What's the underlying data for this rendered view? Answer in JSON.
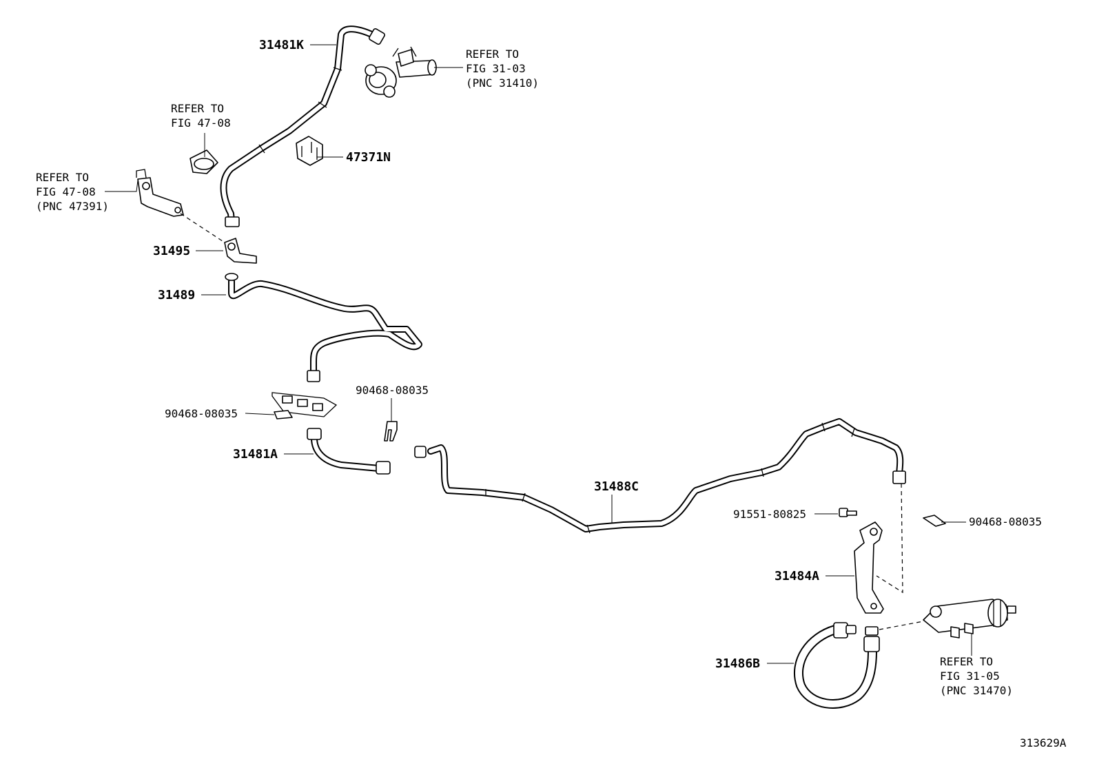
{
  "figure_code": "313629A",
  "refer_to": "REFER TO",
  "callouts": {
    "p31481K": "31481K",
    "p47371N": "47371N",
    "p31495": "31495",
    "p31489": "31489",
    "p90468_a": "90468-08035",
    "p90468_b": "90468-08035",
    "p90468_c": "90468-08035",
    "p31481A": "31481A",
    "p31488C": "31488C",
    "p91551": "91551-80825",
    "p31484A": "31484A",
    "p31486B": "31486B"
  },
  "references": {
    "master_cylinder": {
      "fig": "FIG 31-03",
      "pnc": "(PNC 31410)"
    },
    "grommet": {
      "fig": "FIG 47-08"
    },
    "clamp_bracket": {
      "fig": "FIG 47-08",
      "pnc": "(PNC 47391)"
    },
    "release_cylinder": {
      "fig": "FIG 31-05",
      "pnc": "(PNC 31470)"
    }
  }
}
